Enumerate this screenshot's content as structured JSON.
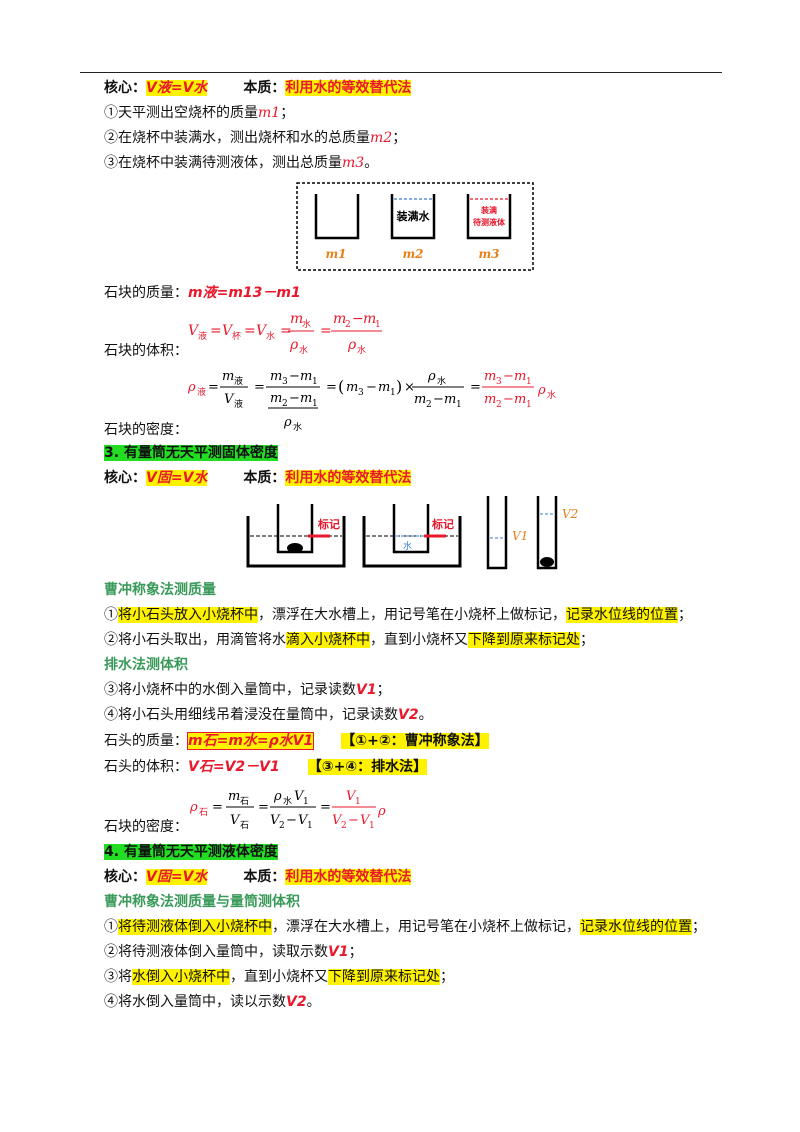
{
  "s1": {
    "core_label": "核心：",
    "core_formula": "V液=V水",
    "essence_label": "本质：",
    "essence_text": "利用水的等效替代法",
    "step1": "①天平测出空烧杯的质量",
    "step1_var": "m1",
    "step1_end": "；",
    "step2": "②在烧杯中装满水，测出烧杯和水的总质量",
    "step2_var": "m2",
    "step2_end": "；",
    "step3": "③在烧杯中装满待测液体，测出总质量",
    "step3_var": "m3",
    "step3_end": "。",
    "fig_box2": "装满水",
    "fig_box3_line1": "装满",
    "fig_box3_line2": "待测液体",
    "fig_m1": "m1",
    "fig_m2": "m2",
    "fig_m3": "m3",
    "mass_label": "石块的质量：",
    "mass_formula": "m液=m13－m1",
    "volume_label": "石块的体积：",
    "density_label": "石块的密度："
  },
  "s3": {
    "heading": "3. 有量筒无天平测固体密度",
    "core_label": "核心：",
    "core_formula": "V固=V水",
    "essence_label": "本质：",
    "essence_text": "利用水的等效替代法",
    "fig_mark1": "标记",
    "fig_mark2": "标记",
    "fig_water": "水",
    "fig_v1": "V1",
    "fig_v2": "V2",
    "sub1": "曹冲称象法测质量",
    "l1_a": "①",
    "l1_b": "将小石头放入小烧杯中",
    "l1_c": "，漂浮在大水槽上，用记号笔在小烧杯上做标记，",
    "l1_d": "记录水位线的位置",
    "l1_e": "；",
    "l2_a": "②将小石头取出，用滴管将水",
    "l2_b": "滴入小烧杯中",
    "l2_c": "，直到小烧杯又",
    "l2_d": "下降到原来标记处",
    "l2_e": "；",
    "sub2": "排水法测体积",
    "l3": "③将小烧杯中的水倒入量筒中，记录读数",
    "l3_var": "V1",
    "l3_end": "；",
    "l4": "④将小石头用细线吊着浸没在量筒中，记录读数",
    "l4_var": "V2",
    "l4_end": "。",
    "mass_label": "石头的质量：",
    "mass_formula": "m石=m水=ρ水V1",
    "mass_note": "【①+②：曹冲称象法】",
    "vol_label": "石头的体积：",
    "vol_formula": "V石=V2－V1",
    "vol_note": "【③+④：排水法】",
    "density_label": "石块的密度："
  },
  "s4": {
    "heading": "4. 有量筒无天平测液体密度",
    "core_label": "核心：",
    "core_formula": "V固=V水",
    "essence_label": "本质：",
    "essence_text": "利用水的等效替代法",
    "sub1": "曹冲称象法测质量与量筒测体积",
    "l1_a": "①",
    "l1_b": "将待测液体倒入小烧杯中",
    "l1_c": "，漂浮在大水槽上，用记号笔在小烧杯上做标记，",
    "l1_d": "记录水位线的位置",
    "l1_e": "；",
    "l2": "②将待测液体倒入量筒中，读取示数",
    "l2_var": "V1",
    "l2_end": "；",
    "l3_a": "③将",
    "l3_b": "水倒入小烧杯中",
    "l3_c": "，直到小烧杯又",
    "l3_d": "下降到原来标记处",
    "l3_e": "；",
    "l4": "④将水倒入量筒中，读以示数",
    "l4_var": "V2",
    "l4_end": "。"
  },
  "colors": {
    "red": "#e8192c",
    "orange": "#e87f1a",
    "highlight": "#fff200",
    "green_heading": "#22dd22",
    "sub_green": "#3a9a5a"
  }
}
